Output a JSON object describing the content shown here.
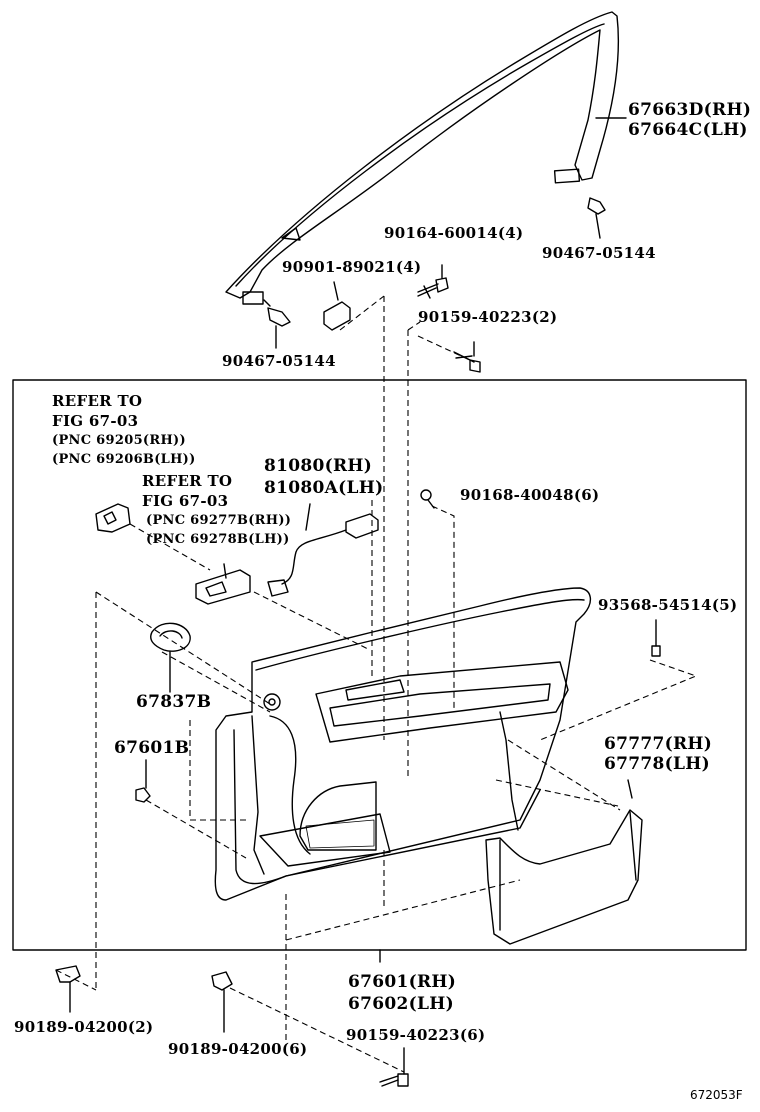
{
  "diagram": {
    "code": "672053F",
    "labels": {
      "p67663": "67663D(RH)",
      "p67664": "67664C(LH)",
      "p90467_right": "90467-05144",
      "p90164": "90164-60014(4)",
      "p90901": "90901-89021(4)",
      "p90159_top": "90159-40223(2)",
      "p90467_left": "90467-05144",
      "refer1_a": "REFER TO",
      "refer1_b": "FIG 67-03",
      "refer1_c": "(PNC 69205(RH))",
      "refer1_d": "(PNC 69206B(LH))",
      "refer2_a": "REFER TO",
      "refer2_b": "FIG 67-03",
      "refer2_c": "(PNC 69277B(RH))",
      "refer2_d": "(PNC 69278B(LH))",
      "p81080": "81080(RH)",
      "p81080a": "81080A(LH)",
      "p90168": "90168-40048(6)",
      "p93568": "93568-54514(5)",
      "p67837": "67837B",
      "p67601b": "67601B",
      "p67777": "67777(RH)",
      "p67778": "67778(LH)",
      "p67601": "67601(RH)",
      "p67602": "67602(LH)",
      "p90189_left": "90189-04200(2)",
      "p90189_mid": "90189-04200(6)",
      "p90159_bottom": "90159-40223(6)"
    }
  }
}
